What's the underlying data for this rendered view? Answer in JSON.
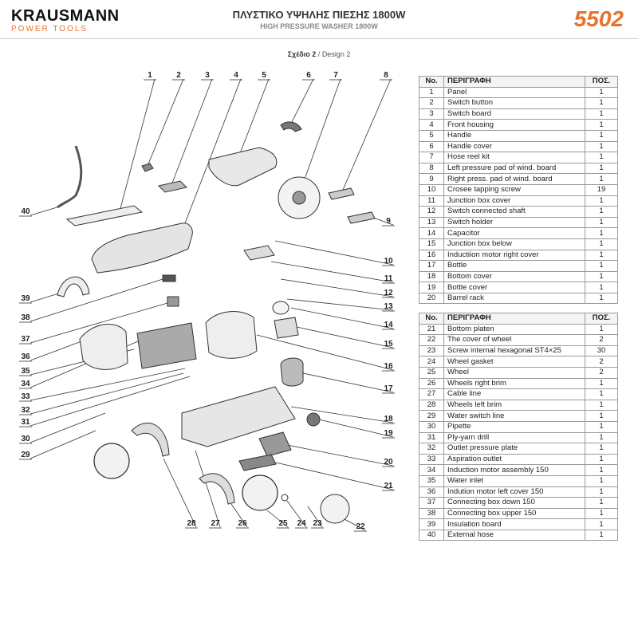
{
  "header": {
    "brand": "KRAUSMANN",
    "brand_sub": "POWER TOOLS",
    "title_gr": "ΠΛΥΣΤΙΚΟ ΥΨΗΛΗΣ ΠΙΕΣΗΣ 1800W",
    "title_en": "HIGH PRESSURE WASHER 1800W",
    "model": "5502"
  },
  "design": {
    "label_gr": "Σχέδιο 2",
    "separator": "/",
    "label_en": "Design 2"
  },
  "table_headers": {
    "no": "No.",
    "desc": "ΠΕΡΙΓΡΑΦΗ",
    "qty": "ΠΟΣ."
  },
  "parts_1": [
    {
      "no": "1",
      "desc": "Panel",
      "qty": "1"
    },
    {
      "no": "2",
      "desc": "Switch button",
      "qty": "1"
    },
    {
      "no": "3",
      "desc": "Switch board",
      "qty": "1"
    },
    {
      "no": "4",
      "desc": "Front housing",
      "qty": "1"
    },
    {
      "no": "5",
      "desc": "Handle",
      "qty": "1"
    },
    {
      "no": "6",
      "desc": "Handle cover",
      "qty": "1"
    },
    {
      "no": "7",
      "desc": "Hose reel kit",
      "qty": "1"
    },
    {
      "no": "8",
      "desc": "Left pressure pad of wind. board",
      "qty": "1"
    },
    {
      "no": "9",
      "desc": "Right press. pad of wind. board",
      "qty": "1"
    },
    {
      "no": "10",
      "desc": "Crosee tapping screw",
      "qty": "19"
    },
    {
      "no": "11",
      "desc": "Junction box cover",
      "qty": "1"
    },
    {
      "no": "12",
      "desc": "Switch connected shaft",
      "qty": "1"
    },
    {
      "no": "13",
      "desc": "Switch holder",
      "qty": "1"
    },
    {
      "no": "14",
      "desc": "Capacitor",
      "qty": "1"
    },
    {
      "no": "15",
      "desc": "Junction box below",
      "qty": "1"
    },
    {
      "no": "16",
      "desc": "Inductiion motor right cover",
      "qty": "1"
    },
    {
      "no": "17",
      "desc": "Bottle",
      "qty": "1"
    },
    {
      "no": "18",
      "desc": "Bottom cover",
      "qty": "1"
    },
    {
      "no": "19",
      "desc": "Bottle cover",
      "qty": "1"
    },
    {
      "no": "20",
      "desc": "Barrel rack",
      "qty": "1"
    }
  ],
  "parts_2": [
    {
      "no": "21",
      "desc": "Bottom platen",
      "qty": "1"
    },
    {
      "no": "22",
      "desc": "The cover of wheel",
      "qty": "2"
    },
    {
      "no": "23",
      "desc": "Screw internal hexagonal ST4×25",
      "qty": "30"
    },
    {
      "no": "24",
      "desc": "Wheel gasket",
      "qty": "2"
    },
    {
      "no": "25",
      "desc": "Wheel",
      "qty": "2"
    },
    {
      "no": "26",
      "desc": "Wheels right brim",
      "qty": "1"
    },
    {
      "no": "27",
      "desc": "Cable line",
      "qty": "1"
    },
    {
      "no": "28",
      "desc": "Wheels left brim",
      "qty": "1"
    },
    {
      "no": "29",
      "desc": "Water switch line",
      "qty": "1"
    },
    {
      "no": "30",
      "desc": "Pipette",
      "qty": "1"
    },
    {
      "no": "31",
      "desc": "Ply-yarn drill",
      "qty": "1"
    },
    {
      "no": "32",
      "desc": "Outlet pressure plate",
      "qty": "1"
    },
    {
      "no": "33",
      "desc": "Aspiration outlet",
      "qty": "1"
    },
    {
      "no": "34",
      "desc": "Induction motor assembly 150",
      "qty": "1"
    },
    {
      "no": "35",
      "desc": "Water inlet",
      "qty": "1"
    },
    {
      "no": "36",
      "desc": "Indution motor left cover 150",
      "qty": "1"
    },
    {
      "no": "37",
      "desc": "Connecting box down 150",
      "qty": "1"
    },
    {
      "no": "38",
      "desc": "Connecting box upper 150",
      "qty": "1"
    },
    {
      "no": "39",
      "desc": "Insulation board",
      "qty": "1"
    },
    {
      "no": "40",
      "desc": "External hose",
      "qty": "1"
    }
  ],
  "callouts": [
    "1",
    "2",
    "3",
    "4",
    "5",
    "6",
    "7",
    "8",
    "9",
    "10",
    "11",
    "12",
    "13",
    "14",
    "15",
    "16",
    "17",
    "18",
    "19",
    "20",
    "21",
    "22",
    "23",
    "24",
    "25",
    "26",
    "27",
    "28",
    "29",
    "30",
    "31",
    "32",
    "33",
    "34",
    "35",
    "36",
    "37",
    "38",
    "39",
    "40"
  ]
}
